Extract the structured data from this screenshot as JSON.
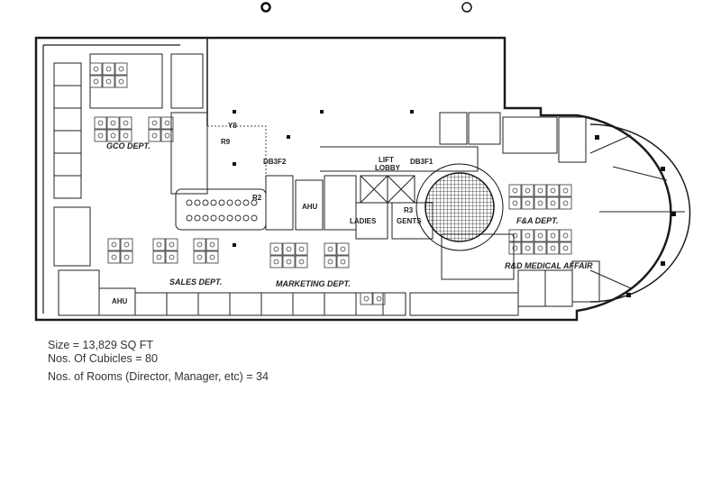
{
  "plan": {
    "labels": {
      "gco": "GCO DEPT.",
      "sales": "SALES DEPT.",
      "marketing": "MARKETING DEPT.",
      "fa": "F&A DEPT.",
      "rd": "R&D MEDICAL AFFAIR",
      "lift_lobby_1": "LIFT",
      "lift_lobby_2": "LOBBY",
      "ahu_center": "AHU",
      "ahu_left": "AHU",
      "ladies": "LADIES",
      "gents": "GENTS",
      "db3f1": "DB3F1",
      "db3f2": "DB3F2",
      "r2": "R2",
      "r3": "R3",
      "r9": "R9",
      "y8": "Y8"
    }
  },
  "stats": {
    "size": "Size = 13,829 SQ FT",
    "cubicles": "Nos. Of Cubicles = 80",
    "rooms": "Nos. of Rooms (Director, Manager, etc) = 34"
  }
}
